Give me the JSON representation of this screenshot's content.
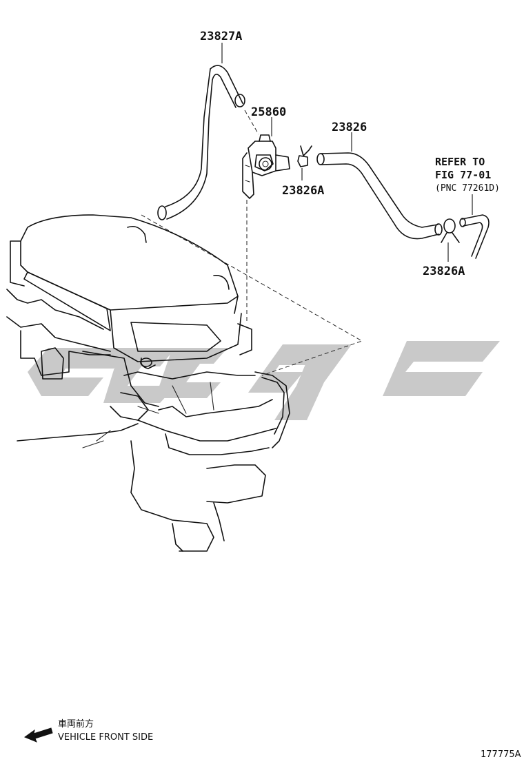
{
  "parts": {
    "p1": "23827A",
    "p2": "25860",
    "p3": "23826",
    "p4": "23826A",
    "p5": "23826A"
  },
  "reference": {
    "line1": "REFER TO",
    "line2": "FIG 77-01",
    "line3": "(PNC 77261D)"
  },
  "legend": {
    "japanese": "車両前方",
    "english": "VEHICLE FRONT SIDE"
  },
  "figure_number": "177775A",
  "icons": [
    "front-direction-arrow-icon"
  ],
  "colors": {
    "line": "#111111",
    "watermark": "#c9c9c9",
    "background": "#ffffff"
  }
}
